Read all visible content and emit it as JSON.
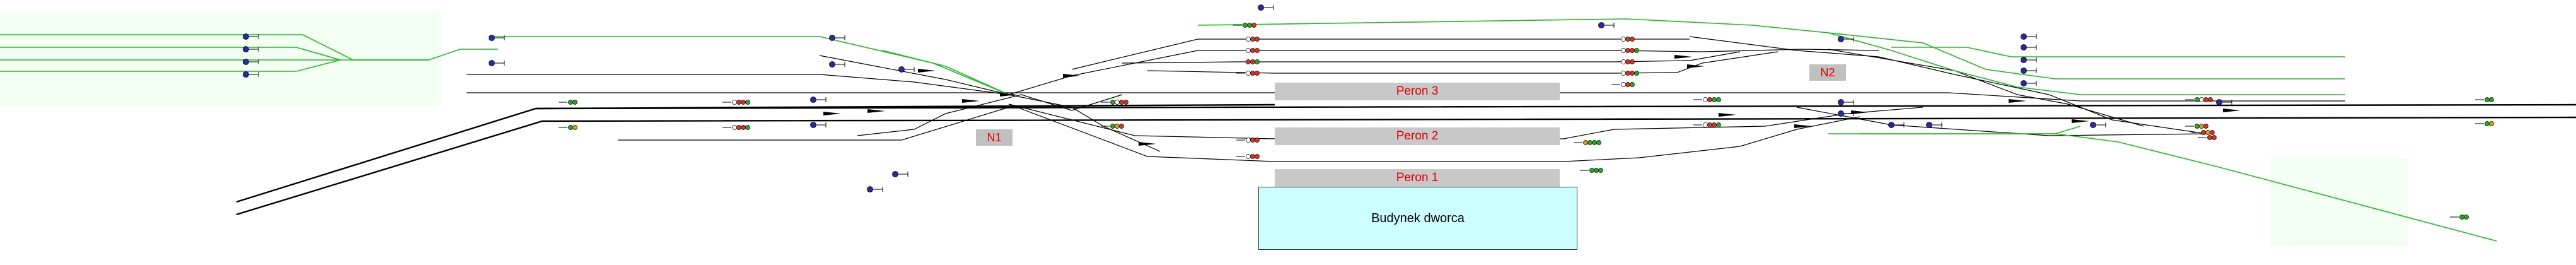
{
  "station": {
    "platforms": [
      {
        "id": "peron3",
        "label": "Peron 3"
      },
      {
        "id": "peron2",
        "label": "Peron 2"
      },
      {
        "id": "peron1",
        "label": "Peron 1"
      }
    ],
    "dispatch_posts": [
      {
        "id": "n1",
        "label": "N1"
      },
      {
        "id": "n2",
        "label": "N2"
      }
    ],
    "building": {
      "label": "Budynek dworca"
    }
  },
  "colors": {
    "track": "#000000",
    "route_set": "#22bb22",
    "platform": "#c8c8c8",
    "platform_text": "#e00000",
    "building_fill": "#ccffff",
    "signal_stop": "#e03020",
    "signal_go": "#22aa22",
    "signal_caution": "#e0a000",
    "shunt_signal": "#2a2aa0",
    "clear_zone": "#f4fff4"
  },
  "icons": {
    "main_signal": "signal-head-icon",
    "shunting_signal": "shunting-signal-icon",
    "switch": "switch-point-icon"
  }
}
